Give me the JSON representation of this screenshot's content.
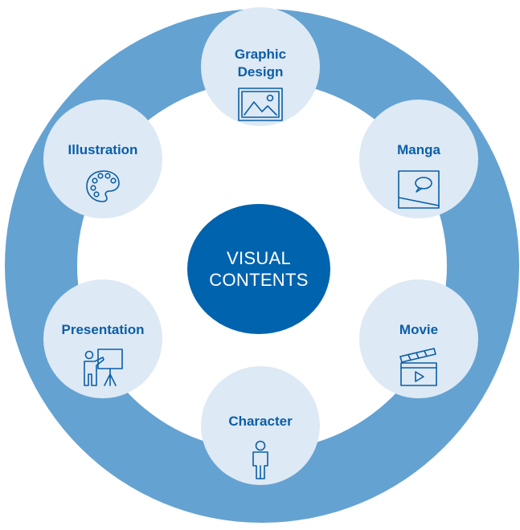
{
  "center": {
    "line1": "VISUAL",
    "line2": "CONTENTS"
  },
  "nodes": {
    "graphic_design": {
      "line1": "Graphic",
      "line2": "Design",
      "icon": "image-frame-icon"
    },
    "manga": {
      "label": "Manga",
      "icon": "manga-panel-icon"
    },
    "movie": {
      "label": "Movie",
      "icon": "clapperboard-icon"
    },
    "character": {
      "label": "Character",
      "icon": "person-icon"
    },
    "presentation": {
      "label": "Presentation",
      "icon": "presenter-icon"
    },
    "illustration": {
      "label": "Illustration",
      "icon": "palette-icon"
    }
  },
  "colors": {
    "outer_ring": "#64a2d2",
    "center": "#0063ae",
    "node_fill": "#dde9f4",
    "label": "#0b5ea8"
  }
}
